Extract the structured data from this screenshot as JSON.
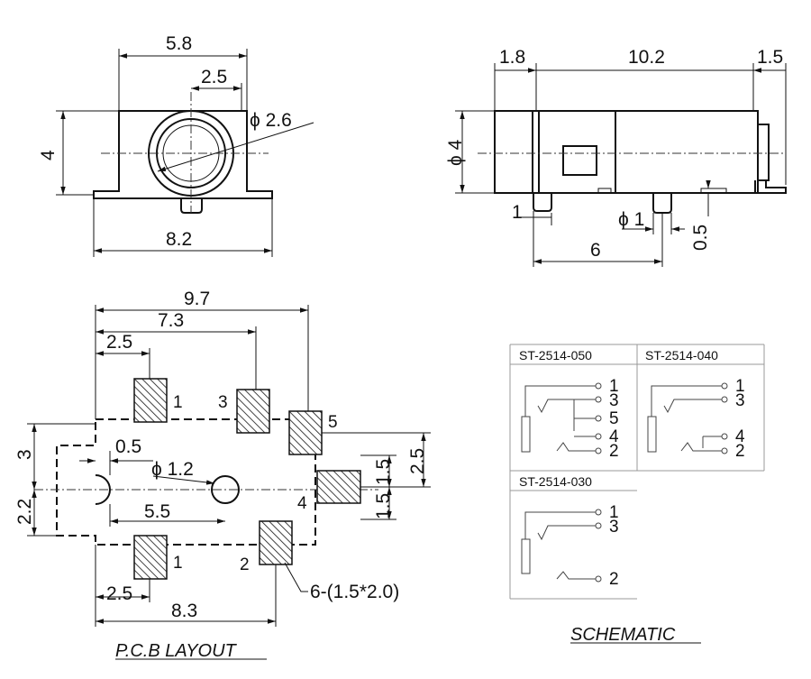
{
  "front_view": {
    "width_top": "5.8",
    "offset": "2.5",
    "hole": "ϕ 2.6",
    "height": "4",
    "width_base": "8.2"
  },
  "side_view": {
    "left": "1.8",
    "body": "10.2",
    "right": "1.5",
    "dia": "ϕ 4",
    "pin_w": "1",
    "pin_dia": "ϕ 1",
    "pin_h": "0.5",
    "pin_pos": "6"
  },
  "pcb_layout": {
    "overall": "9.7",
    "mid": "7.3",
    "left": "2.5",
    "height": "3",
    "offset": "0.5",
    "hole": "ϕ 1.2",
    "span": "5.5",
    "lower": "2.2",
    "pitch_a": "1.5",
    "pitch_b": "1.5",
    "right": "2.5",
    "bottom_left": "2.5",
    "bottom": "8.3",
    "pad_note": "6-(1.5*2.0)",
    "pins": [
      "1",
      "3",
      "5",
      "4",
      "1",
      "2"
    ],
    "title": "P.C.B LAYOUT"
  },
  "schematic": {
    "panels": [
      {
        "name": "ST-2514-050",
        "pins": [
          "1",
          "3",
          "5",
          "4",
          "2"
        ]
      },
      {
        "name": "ST-2514-040",
        "pins": [
          "1",
          "3",
          "4",
          "2"
        ]
      },
      {
        "name": "ST-2514-030",
        "pins": [
          "1",
          "3",
          "2"
        ]
      }
    ],
    "title": "SCHEMATIC"
  }
}
